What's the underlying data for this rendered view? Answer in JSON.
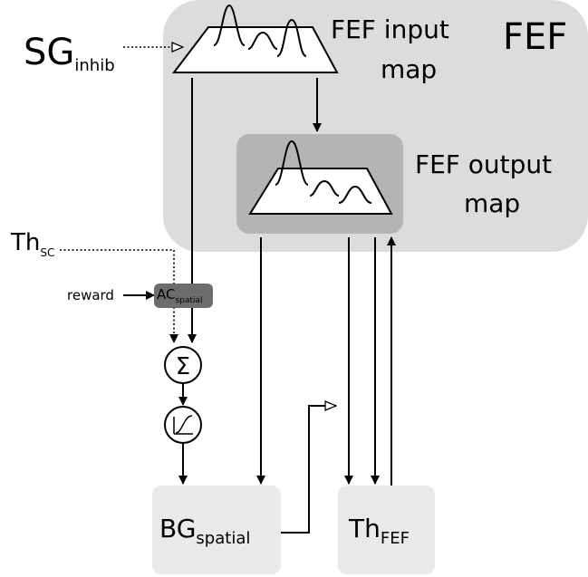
{
  "labels": {
    "fef": "FEF",
    "fef_input_map_line1": "FEF input",
    "fef_input_map_line2": "map",
    "fef_output_map_line1": "FEF output",
    "fef_output_map_line2": "map",
    "sg_base": "SG",
    "sg_sub": "inhib",
    "th_sc_base": "Th",
    "th_sc_sub": "SC",
    "reward": "reward",
    "ac_base": "AC",
    "ac_sub": "spatial",
    "sum_symbol": "Σ",
    "bg_base": "BG",
    "bg_sub": "spatial",
    "th_fef_base": "Th",
    "th_fef_sub": "FEF"
  },
  "colors": {
    "fef_region": "#dcdcdc",
    "output_map_box": "#b4b4b4",
    "bottom_nodes": "#e9e9e9",
    "ac_box": "#6d6d6d",
    "stroke": "#000000"
  }
}
